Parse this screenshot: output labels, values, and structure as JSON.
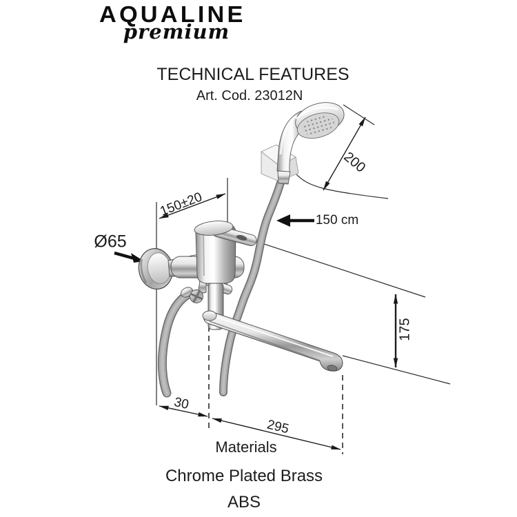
{
  "brand": {
    "name": "AQUALINE",
    "sub": "premium"
  },
  "header": {
    "title": "TECHNICAL FEATURES",
    "art_code": "Art. Cod. 23012N"
  },
  "dimensions": {
    "shower_head_height": "200",
    "hose_length": "150 cm",
    "wall_connection_spacing": "150±20",
    "flange_diameter": "Ø65",
    "spout_drop_height": "175",
    "wall_offset": "30",
    "spout_reach": "295"
  },
  "materials": {
    "title": "Materials",
    "items": [
      "Chrome Plated Brass",
      "ABS"
    ]
  },
  "colors": {
    "ink": "#111111",
    "line": "#1a1a1a",
    "chrome_light": "#f5f5f5",
    "chrome_dark": "#8a8a8a"
  }
}
